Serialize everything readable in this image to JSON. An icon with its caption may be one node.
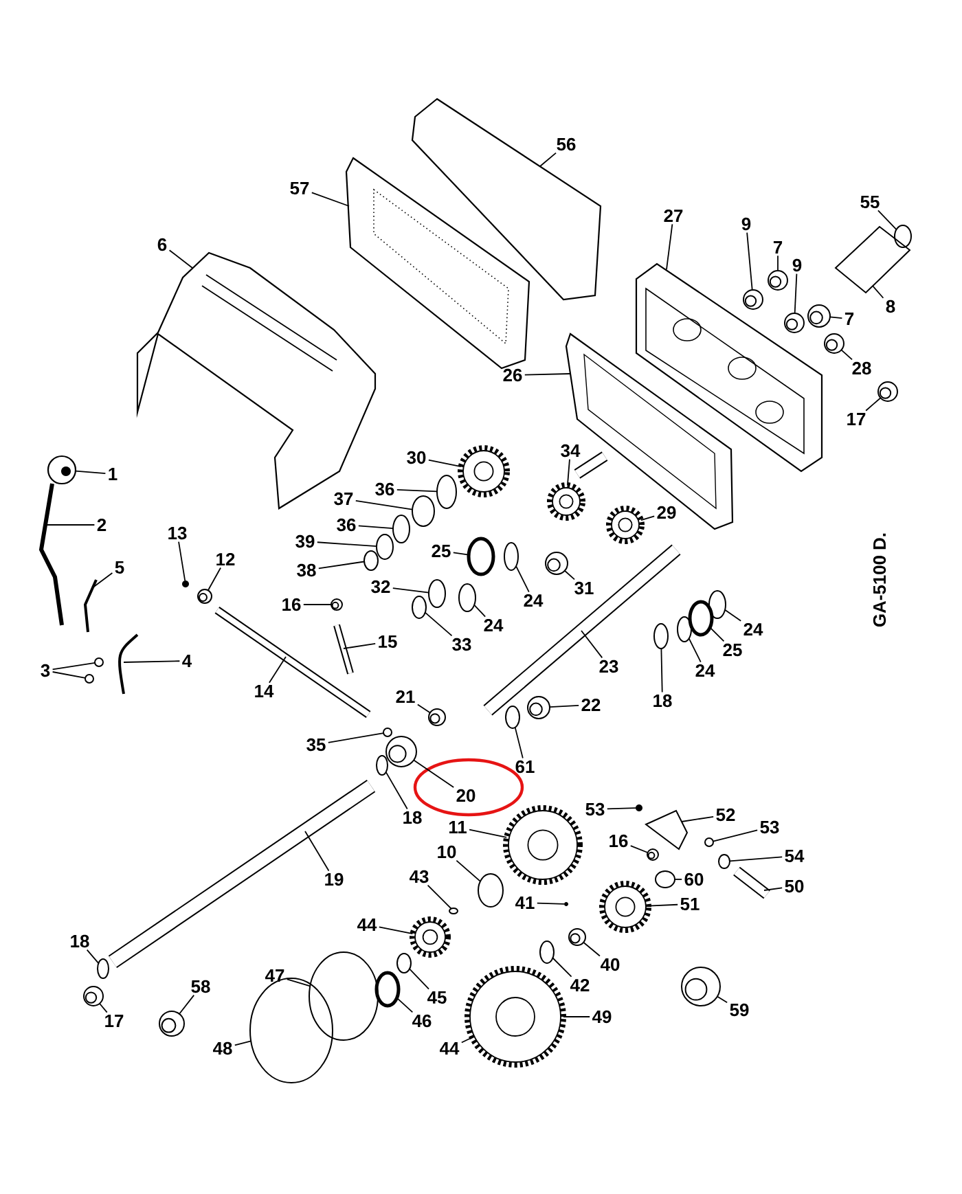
{
  "diagram": {
    "nodes": [
      {
        "text": [
          "56"
        ]
      },
      {
        "text": [
          "57"
        ]
      },
      {
        "text": [
          "55"
        ]
      },
      {
        "text": [
          "27"
        ]
      },
      {
        "text": [
          "9"
        ]
      },
      {
        "text": [
          "6"
        ]
      },
      {
        "text": [
          "7"
        ]
      },
      {
        "text": [
          "9"
        ]
      },
      {
        "text": [
          "8"
        ]
      },
      {
        "text": [
          "7"
        ]
      },
      {
        "text": [
          "28"
        ]
      },
      {
        "text": [
          "26"
        ]
      },
      {
        "text": [
          "17"
        ]
      },
      {
        "text": [
          "34"
        ]
      },
      {
        "text": [
          "30"
        ]
      },
      {
        "text": [
          "1"
        ]
      },
      {
        "text": [
          "36"
        ]
      },
      {
        "text": [
          "37"
        ]
      },
      {
        "text": [
          "29"
        ]
      },
      {
        "text": [
          "2"
        ]
      },
      {
        "text": [
          "36"
        ]
      },
      {
        "text": [
          "13"
        ]
      },
      {
        "text": [
          "39"
        ]
      },
      {
        "text": [
          "25"
        ]
      },
      {
        "text": [
          "12"
        ]
      },
      {
        "text": [
          "5"
        ]
      },
      {
        "text": [
          "38"
        ]
      },
      {
        "text": [
          "32"
        ]
      },
      {
        "text": [
          "31"
        ]
      },
      {
        "text": [
          "24"
        ]
      },
      {
        "text": [
          "16"
        ]
      },
      {
        "text": [
          "24"
        ]
      },
      {
        "text": [
          "24"
        ]
      },
      {
        "text": [
          "15"
        ]
      },
      {
        "text": [
          "33"
        ]
      },
      {
        "text": [
          "25"
        ]
      },
      {
        "text": [
          "4"
        ]
      },
      {
        "text": [
          "23"
        ]
      },
      {
        "text": [
          "3"
        ]
      },
      {
        "text": [
          "24"
        ]
      },
      {
        "text": [
          "14"
        ]
      },
      {
        "text": [
          "21"
        ]
      },
      {
        "text": [
          "18"
        ]
      },
      {
        "text": [
          "22"
        ]
      },
      {
        "text": [
          "35"
        ]
      },
      {
        "text": [
          "61"
        ]
      },
      {
        "text": [
          "20"
        ]
      },
      {
        "text": [
          "53"
        ]
      },
      {
        "text": [
          "52"
        ]
      },
      {
        "text": [
          "18"
        ]
      },
      {
        "text": [
          "11"
        ]
      },
      {
        "text": [
          "53"
        ]
      },
      {
        "text": [
          "16"
        ]
      },
      {
        "text": [
          "10"
        ]
      },
      {
        "text": [
          "54"
        ]
      },
      {
        "text": [
          "43"
        ]
      },
      {
        "text": [
          "19"
        ]
      },
      {
        "text": [
          "60"
        ]
      },
      {
        "text": [
          "50"
        ]
      },
      {
        "text": [
          "41"
        ]
      },
      {
        "text": [
          "51"
        ]
      },
      {
        "text": [
          "44"
        ]
      },
      {
        "text": [
          "18"
        ]
      },
      {
        "text": [
          "40"
        ]
      },
      {
        "text": [
          "47"
        ]
      },
      {
        "text": [
          "42"
        ]
      },
      {
        "text": [
          "58"
        ]
      },
      {
        "text": [
          "45"
        ]
      },
      {
        "text": [
          "59"
        ]
      },
      {
        "text": [
          "49"
        ]
      },
      {
        "text": [
          "17"
        ]
      },
      {
        "text": [
          "46"
        ]
      },
      {
        "text": [
          "48"
        ]
      },
      {
        "text": [
          "44"
        ]
      },
      {
        "text": [],
        "shape": "circle"
      },
      {
        "text": [],
        "shape": "circle"
      },
      {
        "text": [],
        "shape": "circle"
      },
      {
        "text": [],
        "shape": "circle"
      },
      {
        "text": [],
        "shape": "circle"
      },
      {
        "text": [],
        "shape": "circle"
      },
      {
        "text": [],
        "shape": "circle"
      },
      {
        "text": [],
        "shape": "circle"
      },
      {
        "text": [],
        "shape": "circle"
      },
      {
        "text": [],
        "shape": "circle"
      },
      {
        "text": [],
        "shape": "circle"
      },
      {
        "text": [],
        "shape": "circle"
      },
      {
        "text": [],
        "shape": "circle"
      },
      {
        "text": [],
        "shape": "circle"
      },
      {
        "text": [],
        "shape": "circle"
      },
      {
        "text": [],
        "shape": "circle"
      },
      {
        "text": [],
        "shape": "circle"
      },
      {
        "text": [],
        "shape": "circle"
      },
      {
        "text": [],
        "shape": "circle"
      },
      {
        "text": [],
        "shape": "circle"
      },
      {
        "text": [],
        "shape": "circle"
      },
      {
        "text": [],
        "shape": "circle"
      },
      {
        "text": [],
        "shape": "circle"
      },
      {
        "text": [],
        "shape": "circle"
      },
      {
        "text": [],
        "shape": "circle"
      },
      {
        "text": [],
        "shape": "circle"
      },
      {
        "text": [],
        "shape": "circle"
      },
      {
        "text": [],
        "shape": "circle"
      },
      {
        "text": [],
        "shape": "circle"
      },
      {
        "text": [],
        "shape": "circle"
      },
      {
        "text": [],
        "shape": "circle"
      },
      {
        "text": [],
        "shape": "circle"
      },
      {
        "text": [],
        "shape": "circle"
      },
      {
        "text": [],
        "shape": "circle"
      },
      {
        "text": [],
        "shape": "circle"
      },
      {
        "text": [],
        "shape": "circle"
      },
      {
        "text": [],
        "shape": "circle"
      },
      {
        "text": [],
        "shape": "circle"
      },
      {
        "text": [],
        "shape": "circle"
      },
      {
        "text": [],
        "shape": "circle"
      },
      {
        "text": [],
        "shape": "circle"
      },
      {
        "text": [],
        "shape": "circle"
      },
      {
        "text": [],
        "shape": "circle"
      },
      {
        "text": [],
        "shape": "circle"
      },
      {
        "text": [],
        "shape": "circle"
      },
      {
        "text": [],
        "shape": "circle"
      },
      {
        "text": [],
        "shape": "circle"
      },
      {
        "text": [],
        "shape": "circle"
      },
      {
        "text": [],
        "shape": "circle"
      },
      {
        "text": [],
        "shape": "circle"
      },
      {
        "text": [],
        "shape": "circle"
      },
      {
        "text": [],
        "shape": "circle"
      },
      {
        "text": [],
        "shape": "circle"
      },
      {
        "text": [],
        "shape": "circle"
      },
      {
        "text": [],
        "shape": "circle"
      },
      {
        "text": [],
        "shape": "circle"
      },
      {
        "text": [],
        "shape": "circle"
      },
      {
        "text": [],
        "shape": "circle"
      },
      {
        "text": [],
        "shape": "circle"
      }
    ],
    "edges": [
      {
        "from": 0,
        "to": null,
        "arrow": "none"
      },
      {
        "from": 1,
        "to": null,
        "arrow": "none"
      },
      {
        "from": 2,
        "to": 74,
        "arrow": "none"
      },
      {
        "from": 3,
        "to": null,
        "arrow": "none"
      },
      {
        "from": 4,
        "to": 75,
        "arrow": "none"
      },
      {
        "from": 5,
        "to": null,
        "arrow": "none"
      },
      {
        "from": 6,
        "to": 76,
        "arrow": "none"
      },
      {
        "from": 7,
        "to": 77,
        "arrow": "none"
      },
      {
        "from": 8,
        "to": null,
        "arrow": "none"
      },
      {
        "from": 9,
        "to": 78,
        "arrow": "none"
      },
      {
        "from": 10,
        "to": 79,
        "arrow": "none"
      },
      {
        "from": 11,
        "to": null,
        "arrow": "none"
      },
      {
        "from": 12,
        "to": 80,
        "arrow": "none"
      },
      {
        "from": 13,
        "to": 81,
        "arrow": "none"
      },
      {
        "from": 14,
        "to": 82,
        "arrow": "none"
      },
      {
        "from": 15,
        "to": 83,
        "arrow": "none"
      },
      {
        "from": 16,
        "to": 84,
        "arrow": "none"
      },
      {
        "from": 17,
        "to": 85,
        "arrow": "none"
      },
      {
        "from": 18,
        "to": 86,
        "arrow": "none"
      },
      {
        "from": 19,
        "to": null,
        "arrow": "none"
      },
      {
        "from": 20,
        "to": 87,
        "arrow": "none"
      },
      {
        "from": 21,
        "to": 88,
        "arrow": "none"
      },
      {
        "from": 22,
        "to": 89,
        "arrow": "none"
      },
      {
        "from": 23,
        "to": 90,
        "arrow": "none"
      },
      {
        "from": 24,
        "to": 91,
        "arrow": "none"
      },
      {
        "from": 25,
        "to": null,
        "arrow": "none"
      },
      {
        "from": 26,
        "to": 92,
        "arrow": "none"
      },
      {
        "from": 27,
        "to": 93,
        "arrow": "none"
      },
      {
        "from": 28,
        "to": 94,
        "arrow": "none"
      },
      {
        "from": 29,
        "to": 95,
        "arrow": "none"
      },
      {
        "from": 30,
        "to": 96,
        "arrow": "none"
      },
      {
        "from": 31,
        "to": 97,
        "arrow": "none"
      },
      {
        "from": 32,
        "to": 98,
        "arrow": "none"
      },
      {
        "from": 33,
        "to": null,
        "arrow": "none"
      },
      {
        "from": 34,
        "to": 99,
        "arrow": "none"
      },
      {
        "from": 35,
        "to": 100,
        "arrow": "none"
      },
      {
        "from": 36,
        "to": null,
        "arrow": "none"
      },
      {
        "from": 37,
        "to": null,
        "arrow": "none"
      },
      {
        "from": 38,
        "to": 101,
        "arrow": "none"
      },
      {
        "from": 38,
        "to": 102,
        "arrow": "none"
      },
      {
        "from": 39,
        "to": 103,
        "arrow": "none"
      },
      {
        "from": 40,
        "to": null,
        "arrow": "none"
      },
      {
        "from": 41,
        "to": 104,
        "arrow": "none"
      },
      {
        "from": 42,
        "to": 105,
        "arrow": "none"
      },
      {
        "from": 43,
        "to": 106,
        "arrow": "none"
      },
      {
        "from": 44,
        "to": 107,
        "arrow": "none"
      },
      {
        "from": 45,
        "to": 108,
        "arrow": "none"
      },
      {
        "from": 46,
        "to": 109,
        "arrow": "none"
      },
      {
        "from": 47,
        "to": 110,
        "arrow": "none"
      },
      {
        "from": 48,
        "to": null,
        "arrow": "none"
      },
      {
        "from": 49,
        "to": 111,
        "arrow": "none"
      },
      {
        "from": 50,
        "to": 112,
        "arrow": "none"
      },
      {
        "from": 51,
        "to": 113,
        "arrow": "none"
      },
      {
        "from": 52,
        "to": 114,
        "arrow": "none"
      },
      {
        "from": 53,
        "to": 115,
        "arrow": "none"
      },
      {
        "from": 54,
        "to": 116,
        "arrow": "none"
      },
      {
        "from": 55,
        "to": 117,
        "arrow": "none"
      },
      {
        "from": 56,
        "to": null,
        "arrow": "none"
      },
      {
        "from": 57,
        "to": 118,
        "arrow": "none"
      },
      {
        "from": 58,
        "to": null,
        "arrow": "none"
      },
      {
        "from": 59,
        "to": 119,
        "arrow": "none"
      },
      {
        "from": 60,
        "to": 120,
        "arrow": "none"
      },
      {
        "from": 61,
        "to": 121,
        "arrow": "none"
      },
      {
        "from": 62,
        "to": 122,
        "arrow": "none"
      },
      {
        "from": 63,
        "to": 123,
        "arrow": "none"
      },
      {
        "from": 64,
        "to": 124,
        "arrow": "none"
      },
      {
        "from": 65,
        "to": 125,
        "arrow": "none"
      },
      {
        "from": 66,
        "to": 126,
        "arrow": "none"
      },
      {
        "from": 67,
        "to": 127,
        "arrow": "none"
      },
      {
        "from": 68,
        "to": 128,
        "arrow": "none"
      },
      {
        "from": 69,
        "to": 129,
        "arrow": "none"
      },
      {
        "from": 70,
        "to": 130,
        "arrow": "none"
      },
      {
        "from": 71,
        "to": 131,
        "arrow": "none"
      },
      {
        "from": 72,
        "to": 132,
        "arrow": "none"
      },
      {
        "from": 73,
        "to": 129,
        "arrow": "none"
      }
    ],
    "labels": [
      "GA-5100 D."
    ]
  }
}
